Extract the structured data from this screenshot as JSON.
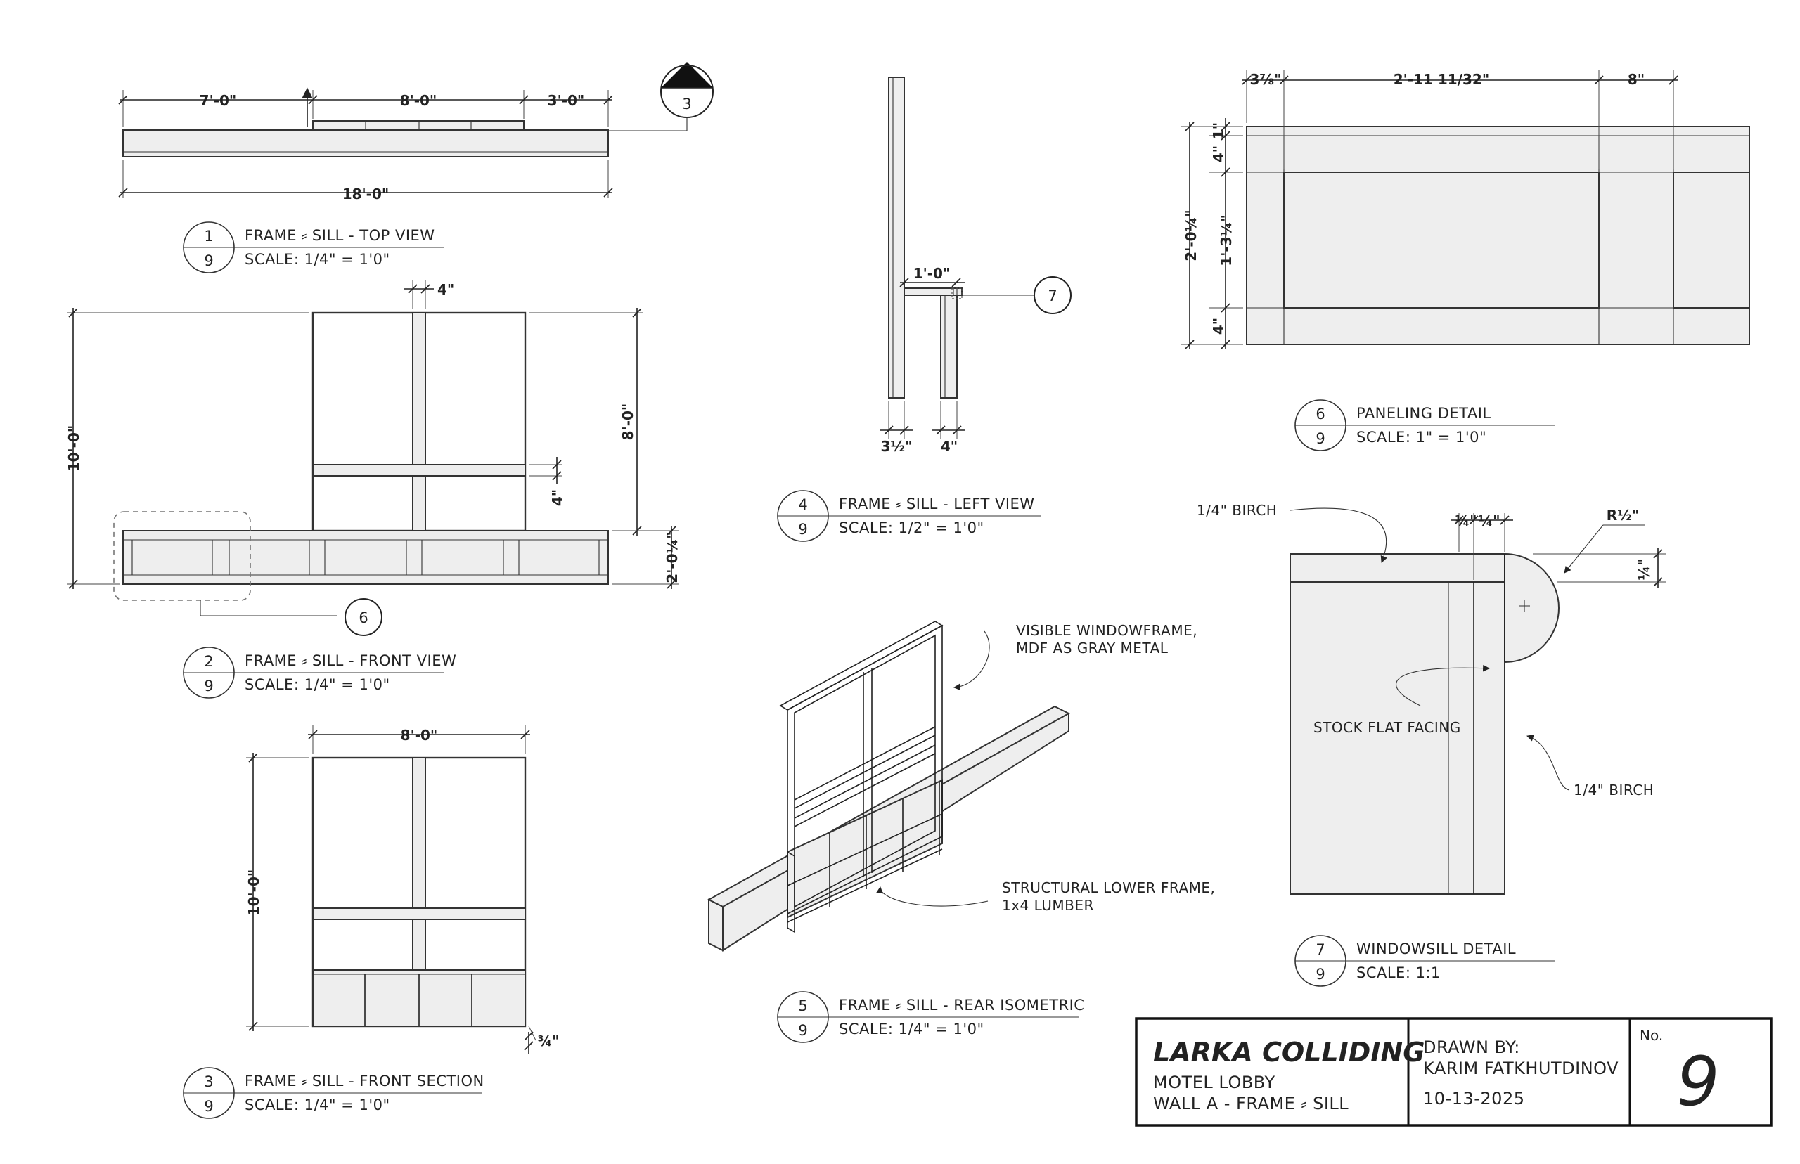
{
  "views": {
    "v1": {
      "num": "1",
      "sheet": "9",
      "title": "FRAME ⸗ SILL - TOP VIEW",
      "scale": "SCALE: 1/4\" = 1'0\""
    },
    "v2": {
      "num": "2",
      "sheet": "9",
      "title": "FRAME ⸗ SILL - FRONT VIEW",
      "scale": "SCALE: 1/4\" = 1'0\""
    },
    "v3": {
      "num": "3",
      "sheet": "9",
      "title": "FRAME ⸗ SILL - FRONT SECTION",
      "scale": "SCALE: 1/4\" = 1'0\""
    },
    "v4": {
      "num": "4",
      "sheet": "9",
      "title": "FRAME ⸗ SILL - LEFT VIEW",
      "scale": "SCALE: 1/2\" = 1'0\""
    },
    "v5": {
      "num": "5",
      "sheet": "9",
      "title": "FRAME ⸗ SILL - REAR ISOMETRIC",
      "scale": "SCALE: 1/4\" = 1'0\""
    },
    "v6": {
      "num": "6",
      "sheet": "9",
      "title": "PANELING DETAIL",
      "scale": "SCALE: 1\" = 1'0\""
    },
    "v7": {
      "num": "7",
      "sheet": "9",
      "title": "WINDOWSILL DETAIL",
      "scale": "SCALE: 1:1"
    }
  },
  "callouts": {
    "section_marker": "3",
    "detail_6": "6",
    "detail_7": "7"
  },
  "dims": {
    "top_7ft": "7'-0\"",
    "top_8ft": "8'-0\"",
    "top_3ft": "3'-0\"",
    "top_18ft": "18'-0\"",
    "front_4in": "4\"",
    "front_10ft": "10'-0\"",
    "front_8ft": "8'-0\"",
    "front_4in_b": "4\"",
    "front_sill": "2'-0¼\"",
    "section_8ft": "8'-0\"",
    "section_10ft": "10'-0\"",
    "section_3_4": "¾\"",
    "left_1ft": "1'-0\"",
    "left_3_5": "3½\"",
    "left_4in": "4\"",
    "panel_3_78": "3⅞\"",
    "panel_width": "2'-11 11/32\"",
    "panel_8in": "8\"",
    "panel_1in": "1\"",
    "panel_4in_top": "4\"",
    "panel_total": "2'-0¼\"",
    "panel_mid": "1'-3¼\"",
    "panel_4in_bot": "4\"",
    "sill_q1": "¼\"",
    "sill_q2": "¼\"",
    "sill_radius": "R½\"",
    "sill_q3": "¼\""
  },
  "notes": {
    "windowframe_1": "VISIBLE WINDOWFRAME,",
    "windowframe_2": "MDF AS GRAY METAL",
    "lower_1": "STRUCTURAL LOWER FRAME,",
    "lower_2": "1x4 LUMBER",
    "birch_top": "1/4\" BIRCH",
    "stock_facing": "STOCK FLAT FACING",
    "birch_side": "1/4\" BIRCH"
  },
  "title_block": {
    "project": "LARKA COLLIDING",
    "line1": "MOTEL LOBBY",
    "line2": "WALL A - FRAME ⸗ SILL",
    "drawn_by_label": "DRAWN BY:",
    "drawn_by": "KARIM FATKHUTDINOV",
    "date": "10-13-2025",
    "no_label": "No.",
    "sheet_no": "9"
  }
}
